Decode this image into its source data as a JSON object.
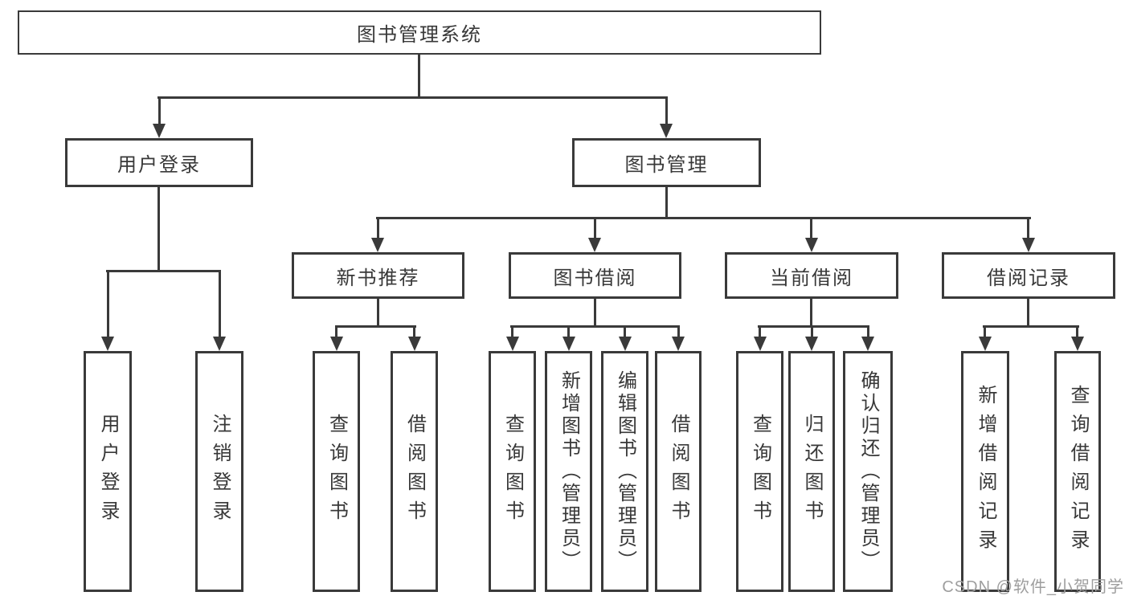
{
  "tree": {
    "root": {
      "label": "图书管理系统"
    },
    "user": {
      "label": "用户登录",
      "children": [
        {
          "label": "用户登录"
        },
        {
          "label": "注销登录"
        }
      ]
    },
    "book": {
      "label": "图书管理",
      "sections": [
        {
          "label": "新书推荐",
          "children": [
            {
              "label": "查询图书"
            },
            {
              "label": "借阅图书"
            }
          ]
        },
        {
          "label": "图书借阅",
          "children": [
            {
              "label": "查询图书"
            },
            {
              "label": "新增图书（管理员）"
            },
            {
              "label": "编辑图书（管理员）"
            },
            {
              "label": "借阅图书"
            }
          ]
        },
        {
          "label": "当前借阅",
          "children": [
            {
              "label": "查询图书"
            },
            {
              "label": "归还图书"
            },
            {
              "label": "确认归还（管理员）"
            }
          ]
        },
        {
          "label": "借阅记录",
          "children": [
            {
              "label": "新增借阅记录"
            },
            {
              "label": "查询借阅记录"
            }
          ]
        }
      ]
    }
  },
  "watermark": {
    "text": "CSDN @软件_小贺同学"
  },
  "colors": {
    "line": "#3a3a3a",
    "box_border": "#3a3a3a",
    "box_background": "#ffffff",
    "text": "#383838",
    "watermark": "#9e9e9e"
  }
}
